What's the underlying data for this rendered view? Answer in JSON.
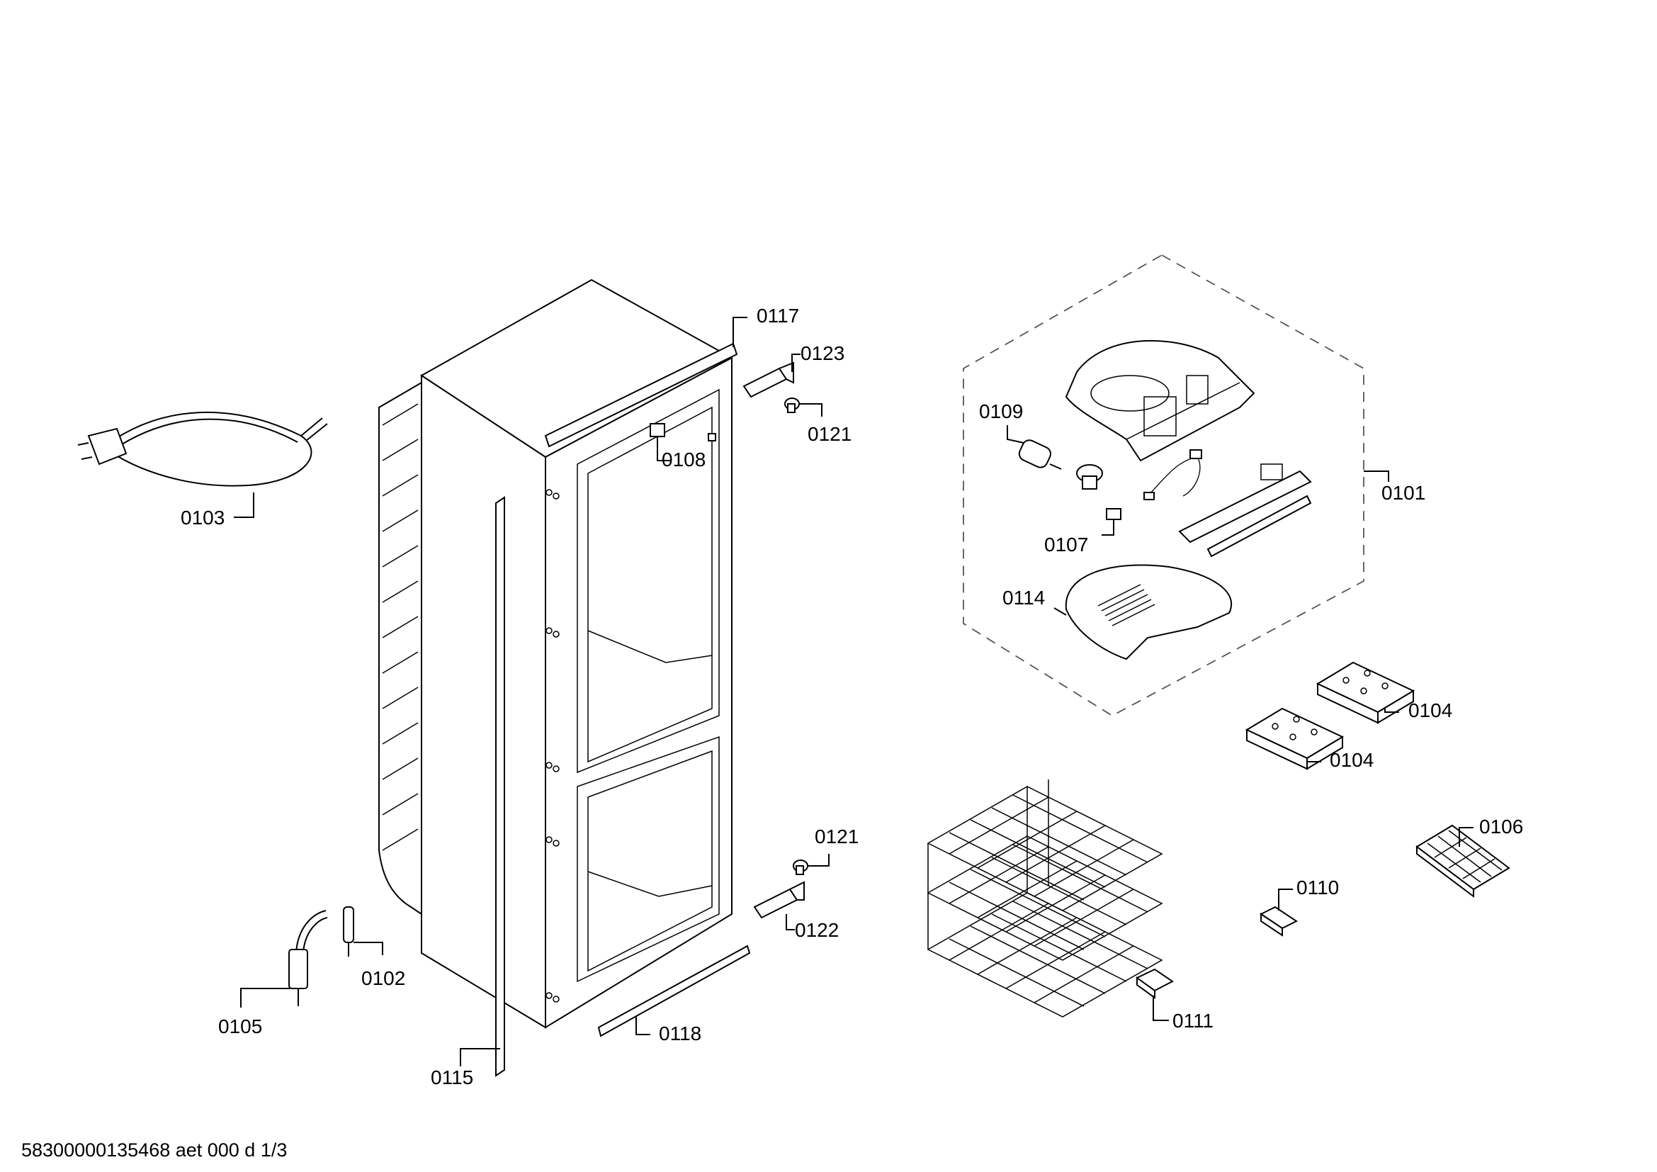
{
  "labels": {
    "p0101": "0101",
    "p0102": "0102",
    "p0103": "0103",
    "p0104a": "0104",
    "p0104b": "0104",
    "p0105": "0105",
    "p0106": "0106",
    "p0107": "0107",
    "p0108": "0108",
    "p0109": "0109",
    "p0110": "0110",
    "p0111": "0111",
    "p0114": "0114",
    "p0115": "0115",
    "p0117": "0117",
    "p0118": "0118",
    "p0121a": "0121",
    "p0121b": "0121",
    "p0122": "0122",
    "p0123": "0123"
  },
  "footer": {
    "doc_id": "58300000135468 aet 000 d 1/3"
  }
}
